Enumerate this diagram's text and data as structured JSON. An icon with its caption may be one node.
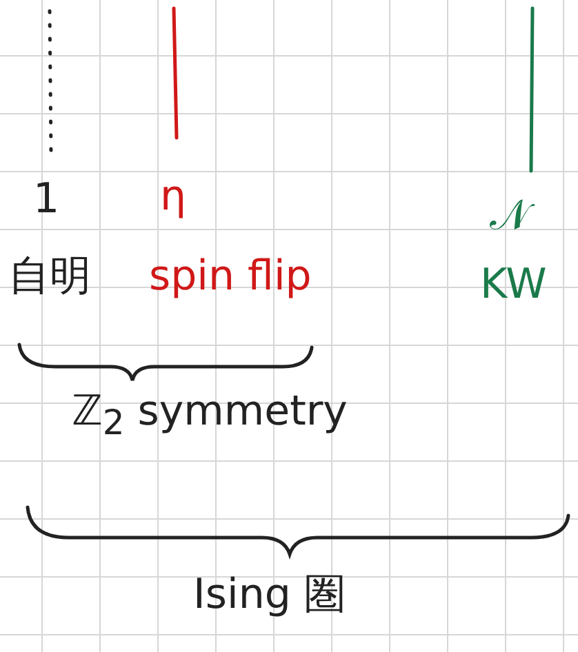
{
  "diagram": {
    "labels": [
      "1",
      "η",
      "𝒩",
      "自明",
      "spin flip",
      "KW",
      "ℤ$_{2}$ symmetry",
      "Ising 圏"
    ]
  }
}
